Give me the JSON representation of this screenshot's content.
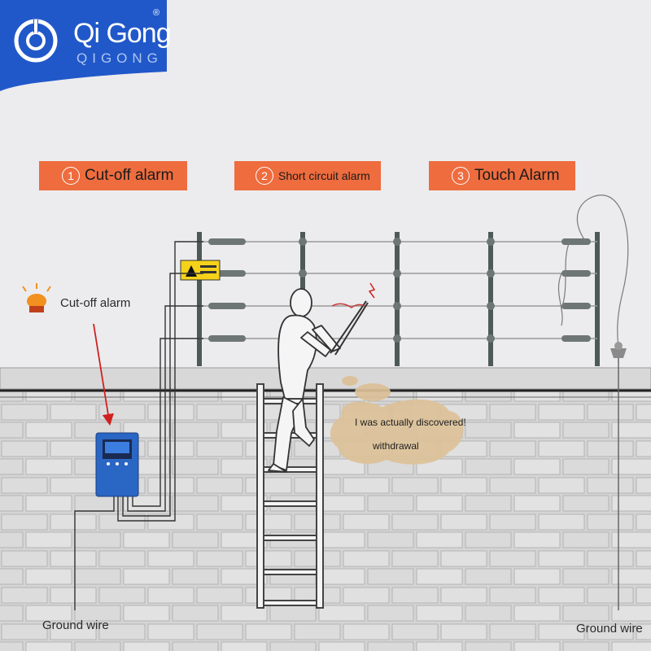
{
  "brand": {
    "name": "Qi Gong",
    "sub": "QIGONG",
    "registered": "®",
    "color": "#2158c9"
  },
  "alarms": [
    {
      "num": "1",
      "label": "Cut-off alarm"
    },
    {
      "num": "2",
      "label": "Short circuit alarm"
    },
    {
      "num": "3",
      "label": "Touch Alarm"
    }
  ],
  "siren_label": "Cut-off alarm",
  "bubble": {
    "line1": "I was actually discovered!",
    "line2": "withdrawal"
  },
  "ground_left": "Ground wire",
  "ground_right": "Ground wire",
  "colors": {
    "label_bg": "#ee6c3e",
    "controller": "#2a66c4",
    "wall": "#d3d3d3",
    "sky": "#ececee",
    "arrow": "#d02020"
  }
}
